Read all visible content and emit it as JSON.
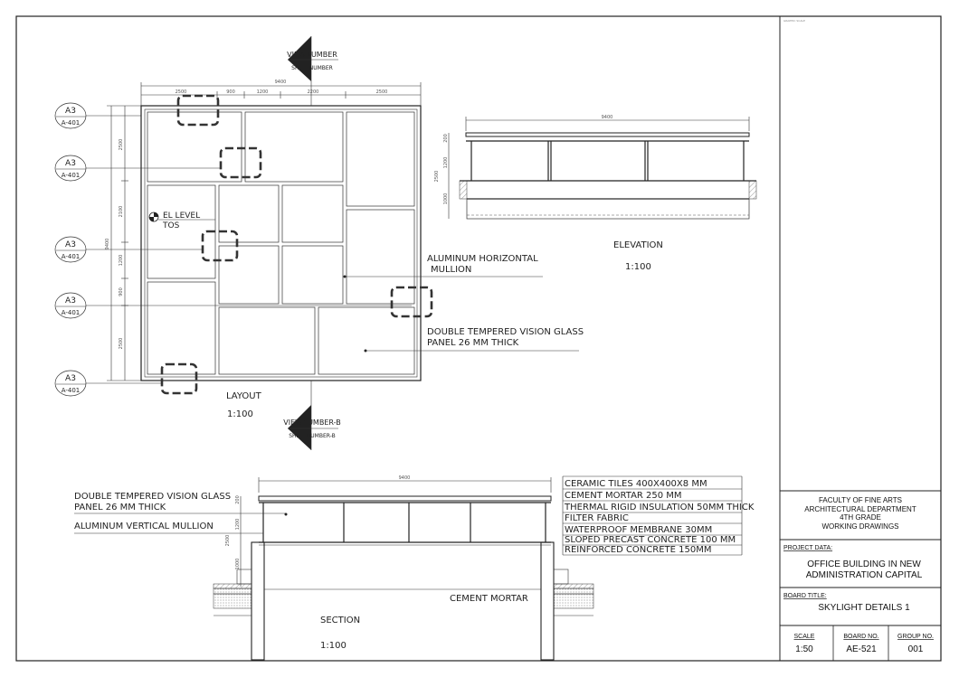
{
  "sheet": {
    "header_small": "GRAPHIC SCALE"
  },
  "layout": {
    "title": "LAYOUT",
    "scale": "1:100",
    "overall_dim": "9400",
    "top_dims": [
      "2500",
      "900",
      "1200",
      "2200",
      "2500"
    ],
    "left_dims": [
      "2500",
      "2100",
      "1200",
      "900",
      "2500"
    ],
    "left_overall": "9400",
    "view_top_number": "VIEWNUMBER",
    "view_top_sheet": "SHEETNUMBER",
    "view_bottom_number": "VIEWNUMBER-B",
    "view_bottom_sheet": "SHEETNUMBER-B",
    "level_label_1": "EL  LEVEL",
    "level_label_2": "TOS",
    "callouts": [
      {
        "top": "A3",
        "bottom": "A-401"
      },
      {
        "top": "A3",
        "bottom": "A-401"
      },
      {
        "top": "A3",
        "bottom": "A-401"
      },
      {
        "top": "A3",
        "bottom": "A-401"
      },
      {
        "top": "A3",
        "bottom": "A-401"
      }
    ],
    "note_mullion_1": "ALUMINUM HORIZONTAL",
    "note_mullion_2": "MULLION",
    "note_glass_1": "DOUBLE TEMPERED VISION GLASS",
    "note_glass_2": "PANEL 26 MM THICK"
  },
  "elevation": {
    "title": "ELEVATION",
    "scale": "1:100",
    "overall_dim": "9400",
    "vert_dims": [
      "200",
      "1200",
      "2500",
      "1000"
    ]
  },
  "section": {
    "title": "SECTION",
    "scale": "1:100",
    "overall_dim": "9400",
    "vert_dims": [
      "200",
      "1200",
      "2500",
      "1000"
    ],
    "note_glass_1": "DOUBLE TEMPERED VISION GLASS",
    "note_glass_2": "PANEL 26 MM THICK",
    "note_mullion": "ALUMINUM VERTICAL MULLION",
    "note_mortar": "CEMENT MORTAR",
    "layers": [
      "CERAMIC TILES 400X400X8 MM",
      "CEMENT MORTAR 250 MM",
      "THERMAL RIGID INSULATION 50MM THICK",
      "FILTER FABRIC",
      "WATERPROOF MEMBRANE 30MM",
      "SLOPED PRECAST CONCRETE 100 MM",
      "REINFORCED CONCRETE 150MM"
    ]
  },
  "title_block": {
    "faculty": "FACULTY OF FINE ARTS",
    "department": "ARCHITECTURAL DEPARTMENT",
    "grade": "4TH GRADE",
    "drawings": "WORKING DRAWINGS",
    "project_label": "PROJECT DATA:",
    "project_line_1": "OFFICE BUILDING IN NEW",
    "project_line_2": "ADMINISTRATION CAPITAL",
    "board_title_label": "BOARD TITLE:",
    "board_title": "SKYLIGHT DETAILS 1",
    "scale_label": "SCALE",
    "scale_value": "1:50",
    "board_no_label": "BOARD NO.",
    "board_no_value": "AE-521",
    "group_no_label": "GROUP NO.",
    "group_no_value": "001"
  }
}
